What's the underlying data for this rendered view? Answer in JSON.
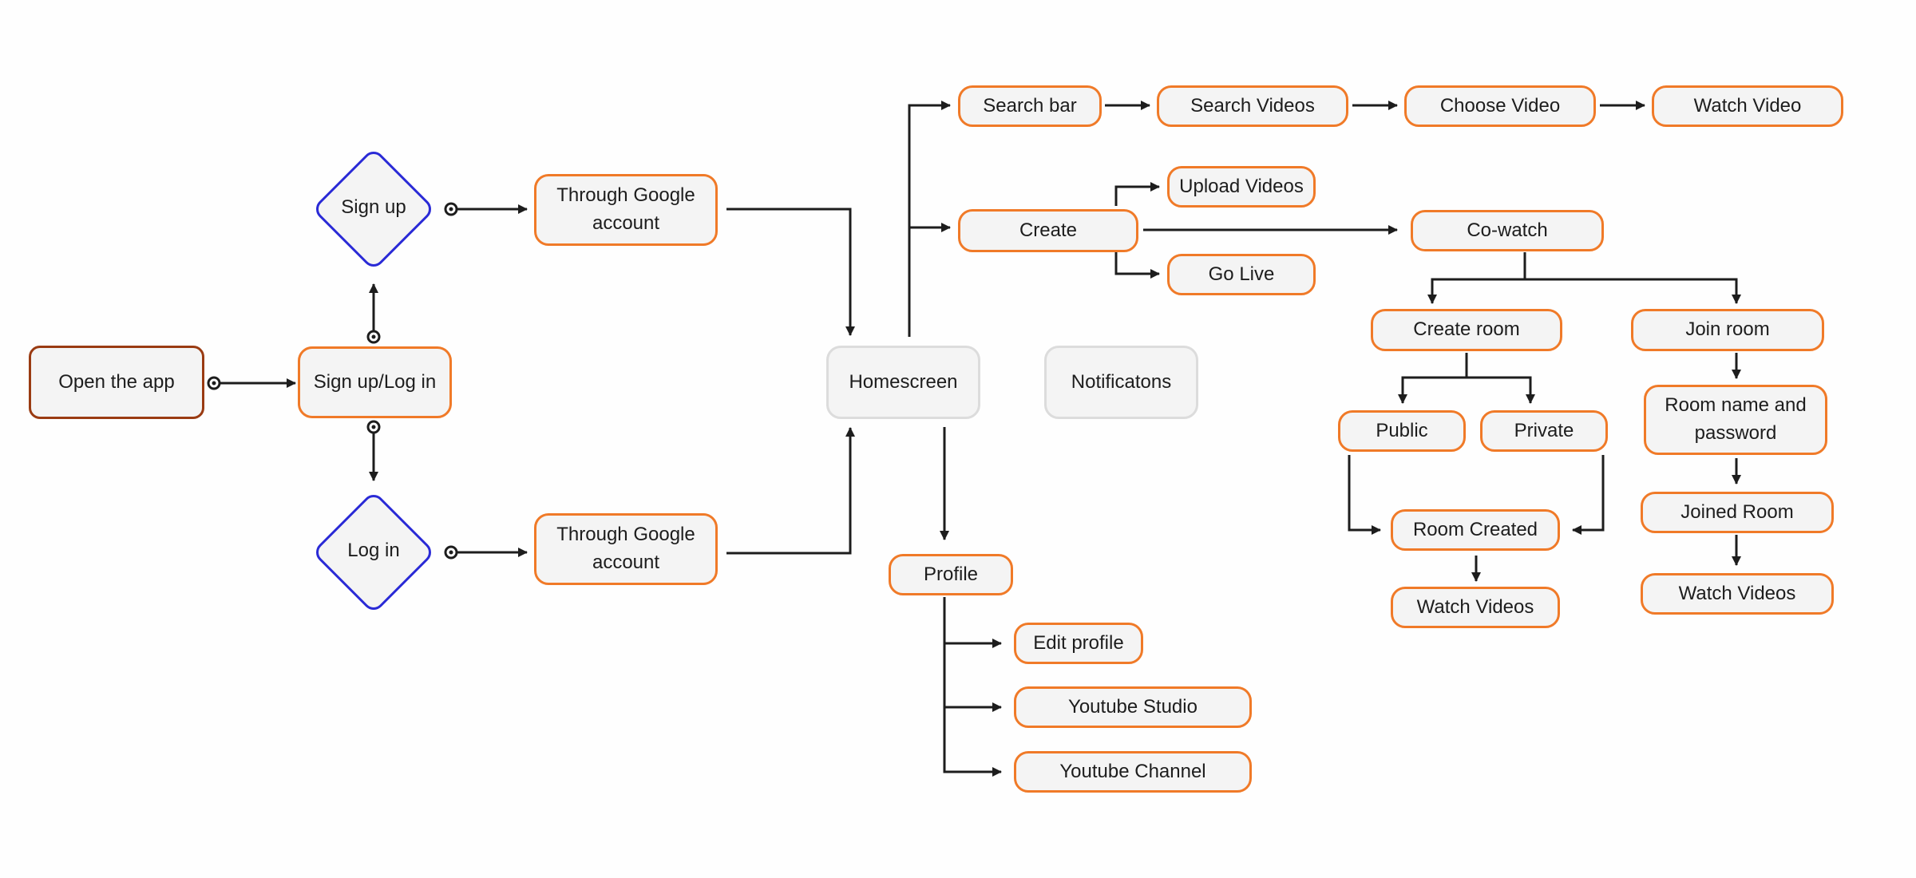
{
  "nodes": {
    "open_app": "Open the app",
    "signup_login": "Sign up/Log in",
    "signup": "Sign up",
    "login": "Log in",
    "google_signup": "Through Google account",
    "google_login": "Through Google account",
    "homescreen": "Homescreen",
    "notifications": "Notificatons",
    "search_bar": "Search bar",
    "search_videos": "Search Videos",
    "choose_video": "Choose Video",
    "watch_video": "Watch Video",
    "create": "Create",
    "upload_videos": "Upload Videos",
    "go_live": "Go Live",
    "co_watch": "Co-watch",
    "create_room": "Create room",
    "join_room": "Join room",
    "public": "Public",
    "private": "Private",
    "room_created": "Room Created",
    "watch_videos_create": "Watch Videos",
    "room_name_password": "Room name and password",
    "joined_room": "Joined Room",
    "watch_videos_join": "Watch Videos",
    "profile": "Profile",
    "edit_profile": "Edit profile",
    "youtube_studio": "Youtube Studio",
    "youtube_channel": "Youtube Channel"
  },
  "colors": {
    "orange_border": "#f07a28",
    "start_border": "#9a3b12",
    "decision_border": "#2a2ad6",
    "grey_border": "#dcdcdc",
    "connector": "#1d1d1d"
  }
}
